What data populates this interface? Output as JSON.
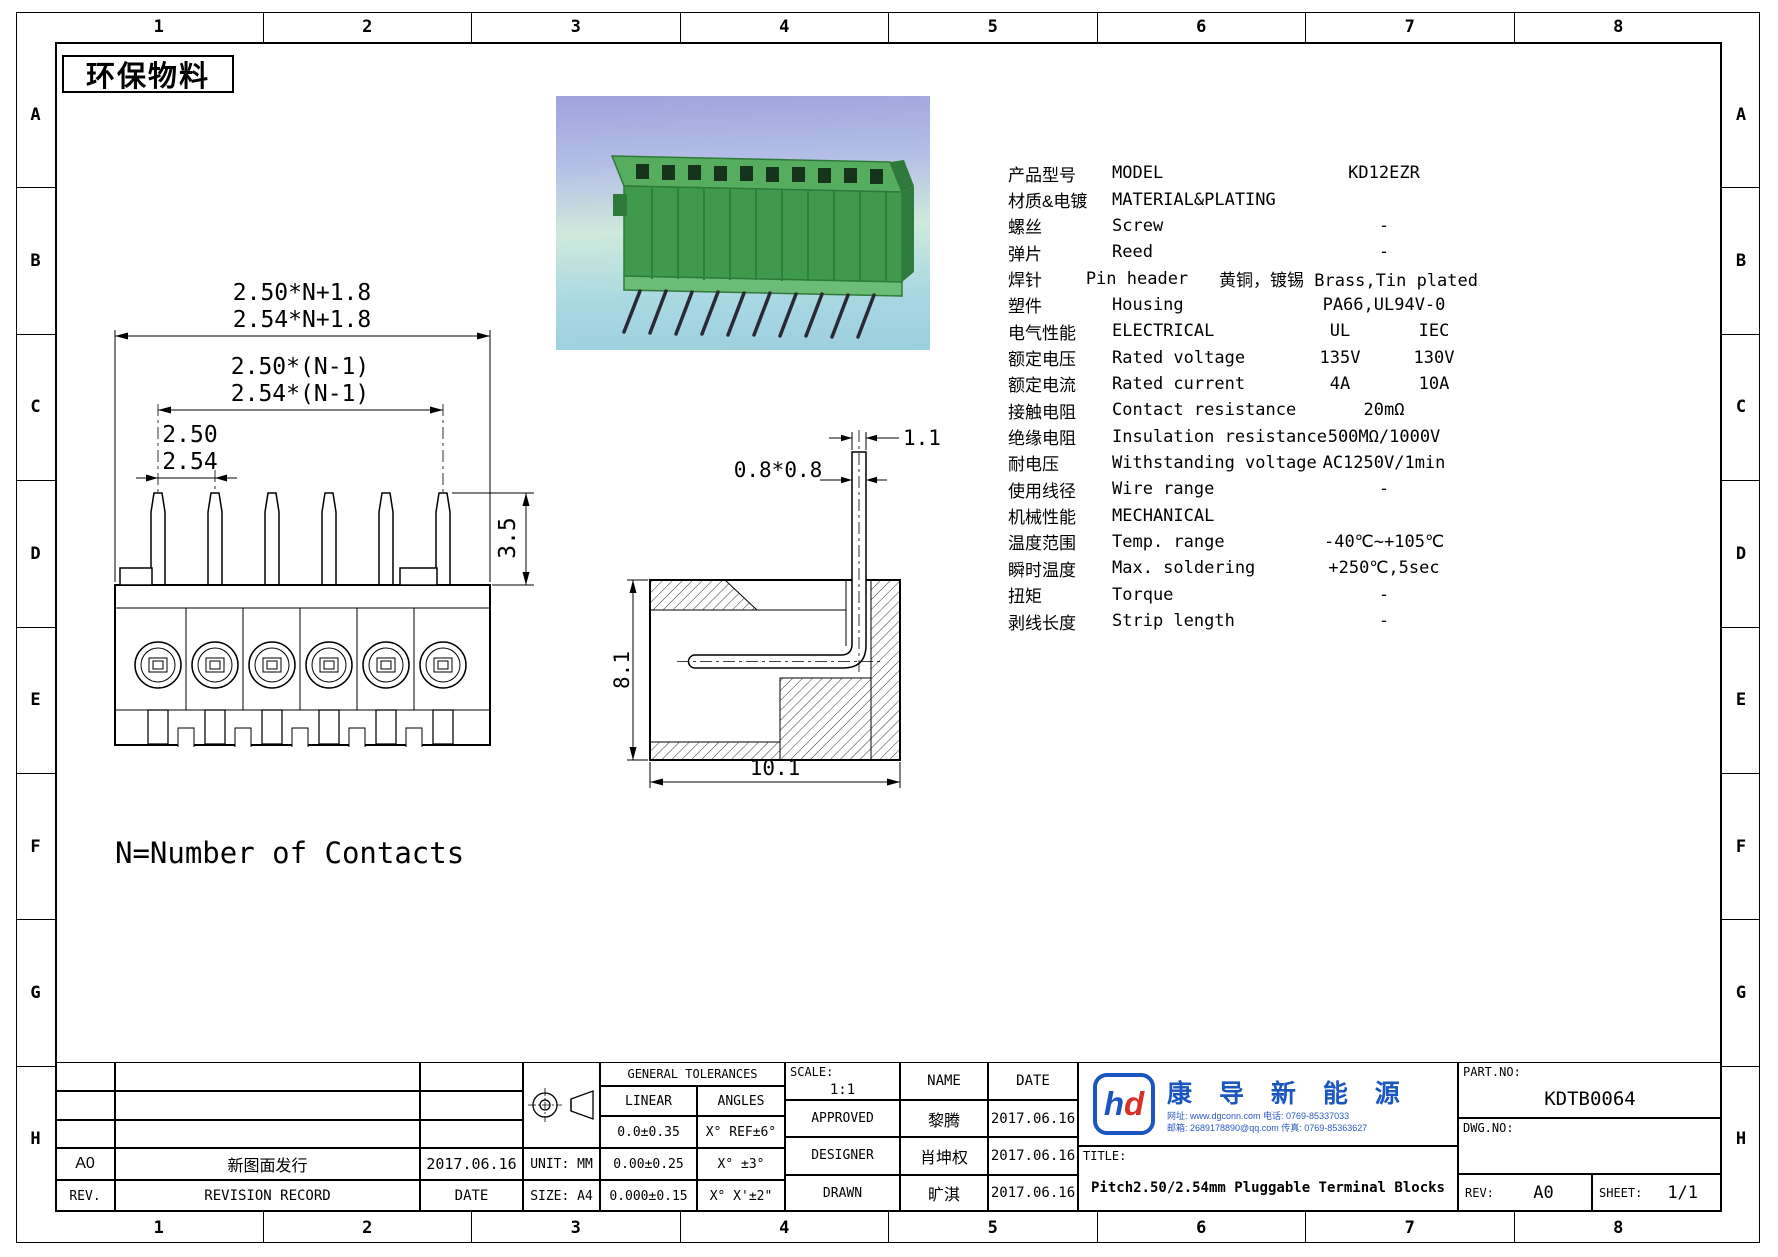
{
  "sheet": {
    "eco_label": "环保物料",
    "contacts_note": "N=Number of Contacts"
  },
  "zones": {
    "cols": [
      "1",
      "2",
      "3",
      "4",
      "5",
      "6",
      "7",
      "8"
    ],
    "rows": [
      "A",
      "B",
      "C",
      "D",
      "E",
      "F",
      "G",
      "H"
    ]
  },
  "front_view": {
    "dim_total_250": "2.50*N+1.8",
    "dim_total_254": "2.54*N+1.8",
    "dim_span_250": "2.50*(N-1)",
    "dim_span_254": "2.54*(N-1)",
    "dim_pitch_250": "2.50",
    "dim_pitch_254": "2.54",
    "dim_pin_height": "3.5"
  },
  "side_view": {
    "dim_pin_width": "1.1",
    "dim_pin_section": "0.8*0.8",
    "dim_body_height": "8.1",
    "dim_body_depth": "10.1"
  },
  "specs": {
    "rows": [
      {
        "cn": "产品型号",
        "en": "MODEL",
        "va": "KD12EZR",
        "vb": ""
      },
      {
        "cn": "材质&电镀",
        "en": "MATERIAL&PLATING",
        "va": "",
        "vb": ""
      },
      {
        "cn": "螺丝",
        "en": "Screw",
        "va": "-",
        "vb": ""
      },
      {
        "cn": "弹片",
        "en": "Reed",
        "va": "-",
        "vb": ""
      },
      {
        "cn": "焊针",
        "en": "Pin header",
        "va": "黄铜，镀锡 Brass,Tin plated",
        "vb": ""
      },
      {
        "cn": "塑件",
        "en": "Housing",
        "va": "PA66,UL94V-0",
        "vb": ""
      },
      {
        "cn": "电气性能",
        "en": "ELECTRICAL",
        "va": "UL",
        "vb": "IEC"
      },
      {
        "cn": "额定电压",
        "en": "Rated voltage",
        "va": "135V",
        "vb": "130V"
      },
      {
        "cn": "额定电流",
        "en": "Rated current",
        "va": "4A",
        "vb": "10A"
      },
      {
        "cn": "接触电阻",
        "en": "Contact resistance",
        "va": "20mΩ",
        "vb": ""
      },
      {
        "cn": "绝缘电阻",
        "en": "Insulation resistance",
        "va": "500MΩ/1000V",
        "vb": ""
      },
      {
        "cn": "耐电压",
        "en": "Withstanding voltage",
        "va": "AC1250V/1min",
        "vb": ""
      },
      {
        "cn": "使用线径",
        "en": "Wire range",
        "va": "-",
        "vb": ""
      },
      {
        "cn": "机械性能",
        "en": "MECHANICAL",
        "va": "",
        "vb": ""
      },
      {
        "cn": "温度范围",
        "en": "Temp. range",
        "va": "-40℃~+105℃",
        "vb": ""
      },
      {
        "cn": "瞬时温度",
        "en": "Max. soldering",
        "va": "+250℃,5sec",
        "vb": ""
      },
      {
        "cn": "扭矩",
        "en": "Torque",
        "va": "-",
        "vb": ""
      },
      {
        "cn": "剥线长度",
        "en": "Strip length",
        "va": "-",
        "vb": ""
      }
    ]
  },
  "titleblock": {
    "tolerances": {
      "header": "GENERAL TOLERANCES",
      "linear_header": "LINEAR",
      "angles_header": "ANGLES",
      "rows": [
        {
          "linear": "0.0±0.35",
          "angle": "X° REF±6°"
        },
        {
          "linear": "0.00±0.25",
          "angle": "X° ±3°"
        },
        {
          "linear": "0.000±0.15",
          "angle": "X° X'±2\""
        }
      ]
    },
    "unit": "UNIT: MM",
    "size": "SIZE: A4",
    "scale_label": "SCALE:",
    "scale_value": "1:1",
    "name_header": "NAME",
    "date_header": "DATE",
    "signatures": [
      {
        "role": "APPROVED",
        "name": "黎腾",
        "date": "2017.06.16"
      },
      {
        "role": "DESIGNER",
        "name": "肖坤权",
        "date": "2017.06.16"
      },
      {
        "role": "DRAWN",
        "name": "旷淇",
        "date": "2017.06.16"
      }
    ],
    "revision": {
      "rev": "A0",
      "record": "新图面发行",
      "date": "2017.06.16",
      "rev_header": "REV.",
      "record_header": "REVISION RECORD",
      "date_header": "DATE"
    },
    "title_label": "TITLE:",
    "title_value": "Pitch2.50/2.54mm Pluggable Terminal Blocks",
    "part_no_label": "PART.NO:",
    "part_no_value": "KDTB0064",
    "dwg_no_label": "DWG.NO:",
    "rev_label": "REV:",
    "rev_value": "A0",
    "sheet_label": "SHEET:",
    "sheet_value": "1/1",
    "company": {
      "logo_h": "h",
      "logo_d": "d",
      "name": "康 导 新 能 源",
      "contact_line1": "网址: www.dgconn.com  电话: 0769-85337033",
      "contact_line2": "邮箱: 2689178890@qq.com  传真: 0769-85363627"
    }
  }
}
